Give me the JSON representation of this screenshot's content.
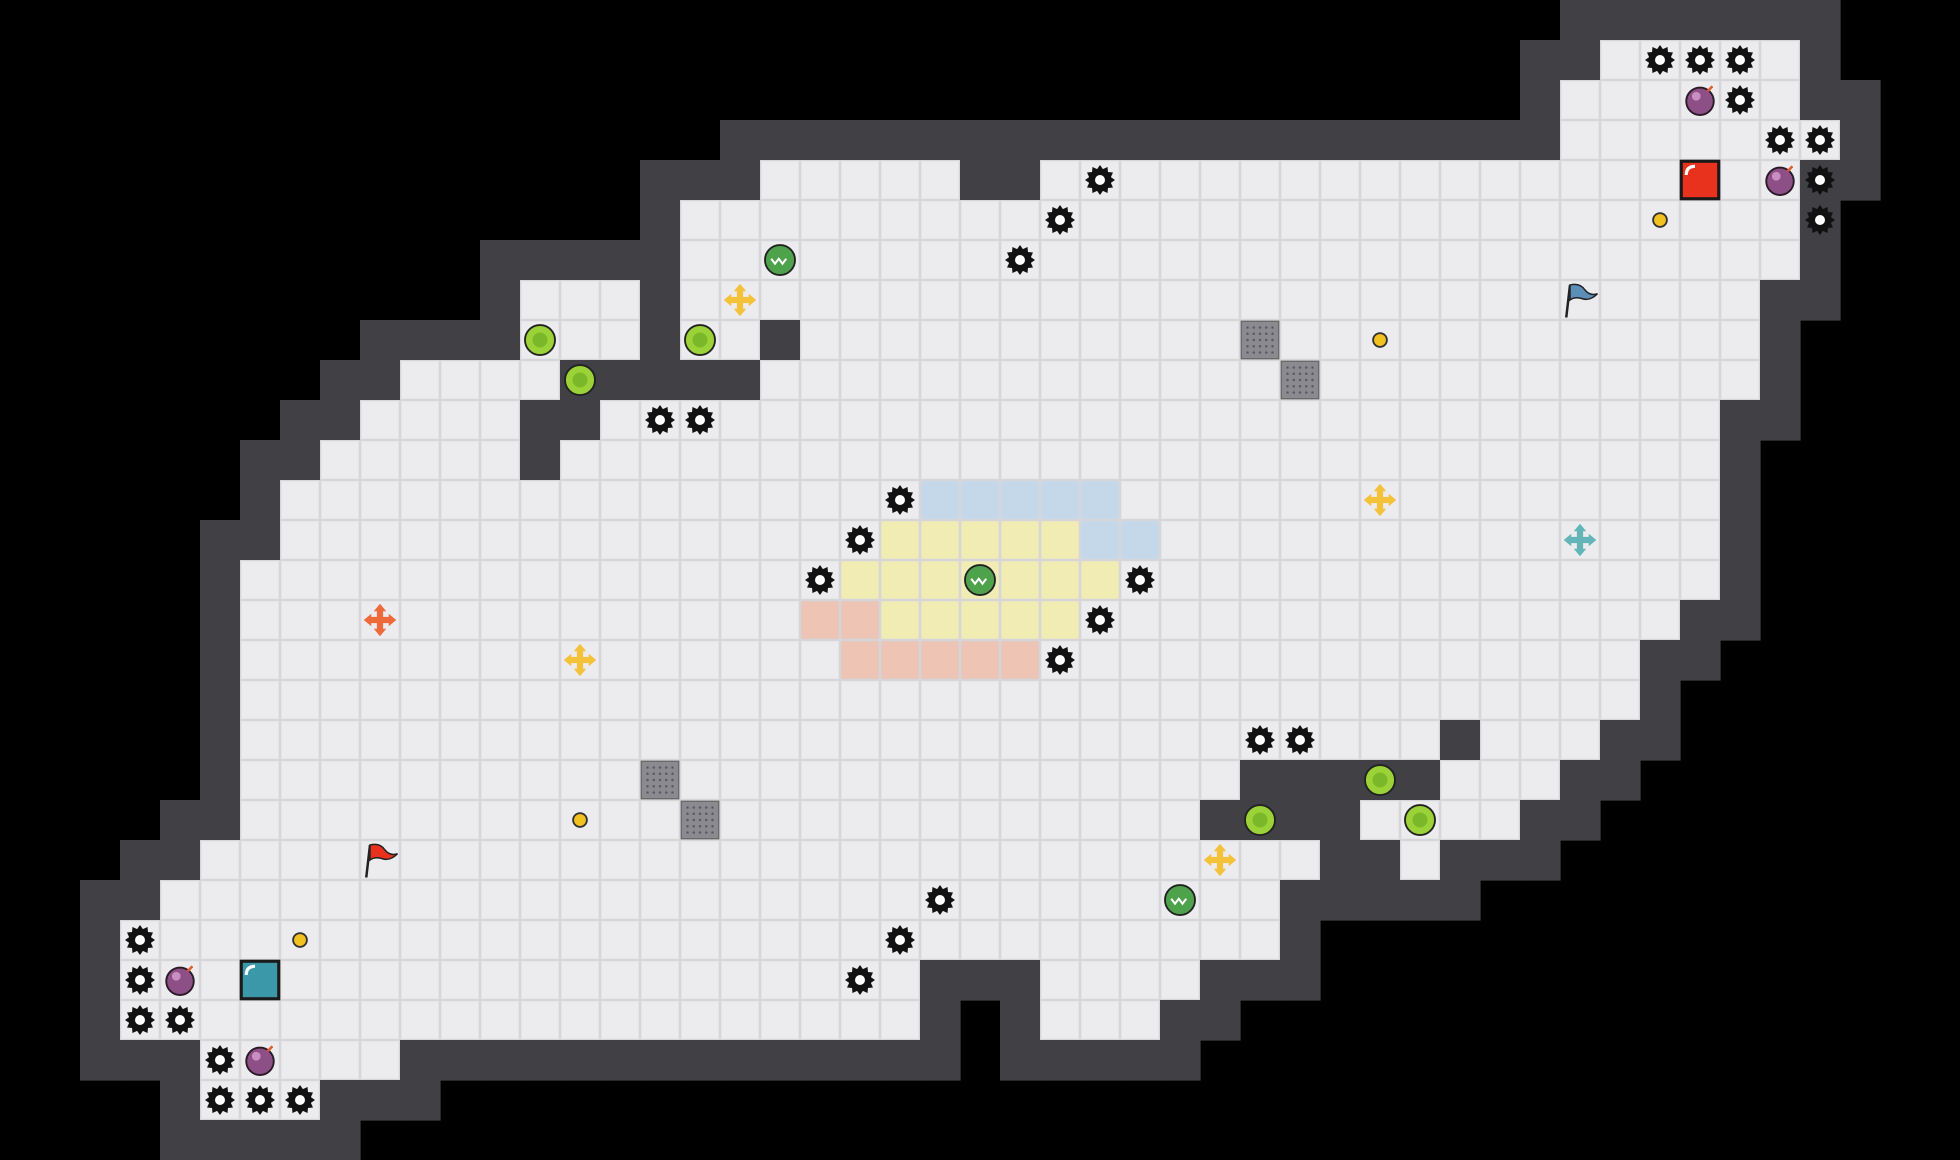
{
  "level": {
    "grid": {
      "cols": 49,
      "rows": 29
    },
    "colors": {
      "background": "#000000",
      "wall": "#404045",
      "wall_edge": "#2a2a2e",
      "floor": "#ececee",
      "floor_grid": "#d6d6da",
      "zone_blue": "#c4d8ea",
      "zone_yellow": "#f1ebb4",
      "zone_red": "#eec4b4",
      "player_red": "#e8321e",
      "player_teal": "#3a98a8",
      "coin": "#f2c21e",
      "cross_yellow": "#f4c23a",
      "cross_orange": "#ef6a3a",
      "cross_teal": "#63b5b9",
      "bomb": "#8e4e86",
      "speed_orb": "#9ad238",
      "spring_orb": "#4fa24c",
      "grate": "#8a8a90"
    },
    "floor_runs": [
      [
        1,
        40,
        44
      ],
      [
        2,
        39,
        44
      ],
      [
        3,
        39,
        45
      ],
      [
        4,
        19,
        23
      ],
      [
        4,
        26,
        44
      ],
      [
        5,
        17,
        44
      ],
      [
        6,
        17,
        44
      ],
      [
        7,
        13,
        15
      ],
      [
        7,
        17,
        43
      ],
      [
        8,
        13,
        15
      ],
      [
        8,
        17,
        18
      ],
      [
        8,
        20,
        43
      ],
      [
        9,
        10,
        13
      ],
      [
        9,
        19,
        43
      ],
      [
        10,
        9,
        12
      ],
      [
        10,
        15,
        42
      ],
      [
        11,
        8,
        12
      ],
      [
        11,
        14,
        42
      ],
      [
        12,
        7,
        42
      ],
      [
        13,
        7,
        42
      ],
      [
        14,
        6,
        42
      ],
      [
        15,
        6,
        41
      ],
      [
        16,
        6,
        40
      ],
      [
        17,
        6,
        40
      ],
      [
        18,
        6,
        35
      ],
      [
        18,
        37,
        39
      ],
      [
        19,
        6,
        30
      ],
      [
        19,
        36,
        38
      ],
      [
        20,
        6,
        29
      ],
      [
        20,
        34,
        37
      ],
      [
        21,
        5,
        32
      ],
      [
        21,
        35,
        35
      ],
      [
        22,
        4,
        31
      ],
      [
        23,
        3,
        31
      ],
      [
        24,
        3,
        22
      ],
      [
        24,
        26,
        29
      ],
      [
        25,
        3,
        22
      ],
      [
        25,
        26,
        28
      ],
      [
        26,
        5,
        9
      ],
      [
        27,
        5,
        7
      ]
    ],
    "zones": [
      {
        "color": "blue",
        "cells": [
          [
            12,
            23
          ],
          [
            12,
            24
          ],
          [
            12,
            25
          ],
          [
            12,
            26
          ],
          [
            12,
            27
          ],
          [
            13,
            27
          ],
          [
            13,
            28
          ]
        ]
      },
      {
        "color": "yellow",
        "cells": [
          [
            13,
            22
          ],
          [
            13,
            23
          ],
          [
            13,
            24
          ],
          [
            13,
            25
          ],
          [
            13,
            26
          ],
          [
            14,
            21
          ],
          [
            14,
            22
          ],
          [
            14,
            23
          ],
          [
            14,
            24
          ],
          [
            14,
            25
          ],
          [
            14,
            26
          ],
          [
            14,
            27
          ],
          [
            15,
            22
          ],
          [
            15,
            23
          ],
          [
            15,
            24
          ],
          [
            15,
            25
          ],
          [
            15,
            26
          ]
        ]
      },
      {
        "color": "red",
        "cells": [
          [
            15,
            20
          ],
          [
            15,
            21
          ],
          [
            16,
            21
          ],
          [
            16,
            22
          ],
          [
            16,
            23
          ],
          [
            16,
            24
          ],
          [
            16,
            25
          ]
        ]
      }
    ],
    "players": [
      {
        "name": "red-player",
        "color": "red",
        "cell": [
          4,
          42
        ]
      },
      {
        "name": "teal-player",
        "color": "teal",
        "cell": [
          24,
          6
        ]
      }
    ],
    "flags": [
      {
        "name": "blue-goal-flag",
        "color": "#5a8fb8",
        "cell": [
          7,
          39
        ]
      },
      {
        "name": "red-goal-flag",
        "color": "#e8321e",
        "cell": [
          21,
          9
        ]
      }
    ],
    "saws": [
      [
        1,
        41
      ],
      [
        1,
        42
      ],
      [
        1,
        43
      ],
      [
        2,
        43
      ],
      [
        3,
        44
      ],
      [
        3,
        45
      ],
      [
        4,
        45
      ],
      [
        5,
        45
      ],
      [
        4,
        27
      ],
      [
        5,
        26
      ],
      [
        6,
        25
      ],
      [
        10,
        16
      ],
      [
        10,
        17
      ],
      [
        12,
        22
      ],
      [
        13,
        21
      ],
      [
        14,
        20
      ],
      [
        14,
        28
      ],
      [
        15,
        27
      ],
      [
        16,
        26
      ],
      [
        18,
        31
      ],
      [
        18,
        32
      ],
      [
        22,
        23
      ],
      [
        23,
        22
      ],
      [
        24,
        21
      ],
      [
        23,
        3
      ],
      [
        24,
        3
      ],
      [
        25,
        3
      ],
      [
        25,
        4
      ],
      [
        26,
        5
      ],
      [
        27,
        5
      ],
      [
        27,
        6
      ],
      [
        27,
        7
      ]
    ],
    "bombs": [
      [
        2,
        42
      ],
      [
        4,
        44
      ],
      [
        24,
        4
      ],
      [
        26,
        6
      ]
    ],
    "coins": [
      [
        5,
        41
      ],
      [
        8,
        34
      ],
      [
        20,
        14
      ],
      [
        23,
        7
      ]
    ],
    "crosses": [
      {
        "color": "yellow",
        "cell": [
          7,
          18
        ]
      },
      {
        "color": "yellow",
        "cell": [
          12,
          34
        ]
      },
      {
        "color": "teal",
        "cell": [
          13,
          39
        ]
      },
      {
        "color": "orange",
        "cell": [
          15,
          9
        ]
      },
      {
        "color": "yellow",
        "cell": [
          16,
          14
        ]
      },
      {
        "color": "yellow",
        "cell": [
          21,
          30
        ]
      }
    ],
    "speed_orbs": [
      [
        8,
        13
      ],
      [
        9,
        14
      ],
      [
        8,
        17
      ],
      [
        19,
        34
      ],
      [
        20,
        35
      ],
      [
        20,
        31
      ]
    ],
    "spring_orbs": [
      [
        6,
        19
      ],
      [
        14,
        24
      ],
      [
        22,
        29
      ]
    ],
    "grates": [
      [
        8,
        31
      ],
      [
        9,
        32
      ],
      [
        19,
        16
      ],
      [
        20,
        17
      ]
    ]
  }
}
